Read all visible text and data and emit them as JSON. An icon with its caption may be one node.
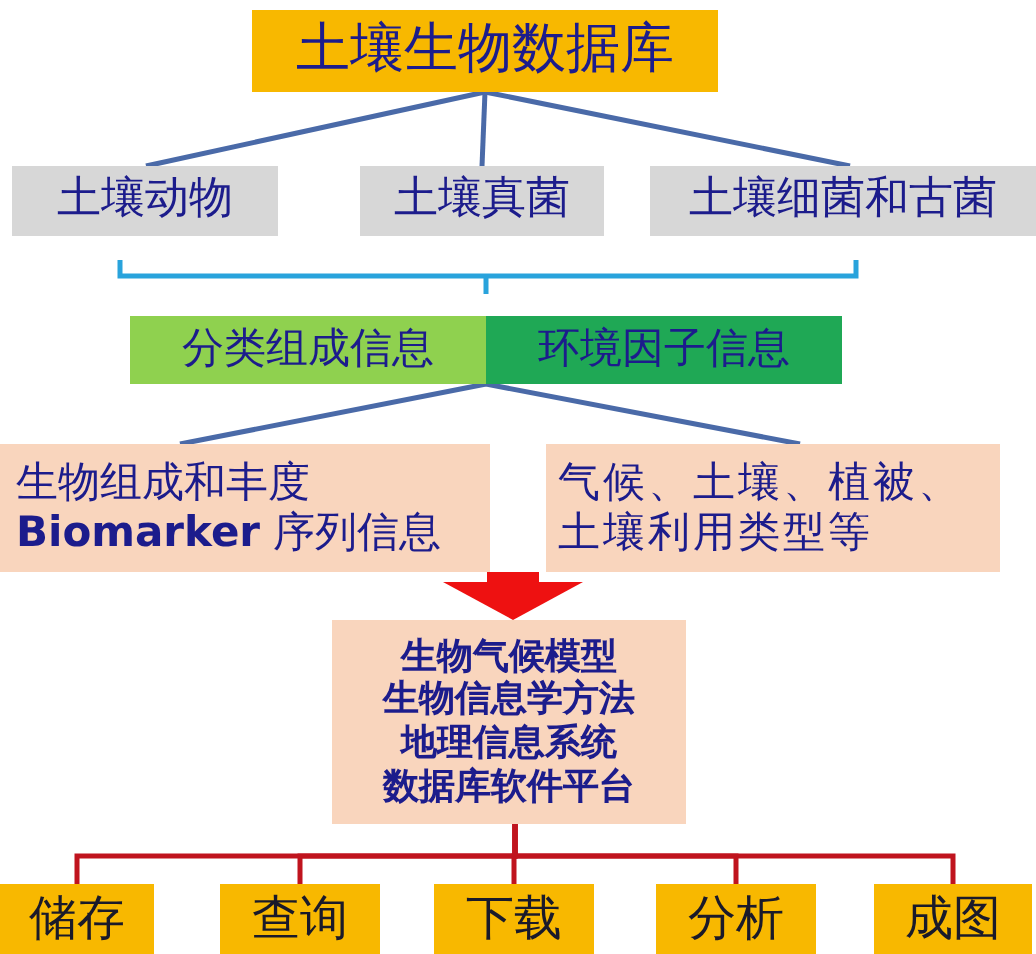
{
  "diagram": {
    "nodes": [
      {
        "text": [
          "土壤生物数据库"
        ]
      },
      {
        "text": [
          "土壤动物"
        ]
      },
      {
        "text": [
          "土壤真菌"
        ]
      },
      {
        "text": [
          "土壤细菌和古菌"
        ]
      },
      {
        "text": [
          "分类组成信息"
        ]
      },
      {
        "text": [
          "环境因子信息"
        ]
      },
      {
        "text": [
          "生物组成和丰度",
          "**Biomarker** 序列信息"
        ]
      },
      {
        "text": [
          "气候、土壤、植被、土壤利用类型等"
        ]
      },
      {
        "text": [
          "生物气候模型",
          "生物信息学方法",
          "地理信息系统",
          "数据库软件平台"
        ]
      },
      {
        "text": [
          "储存"
        ]
      },
      {
        "text": [
          "查询"
        ]
      },
      {
        "text": [
          "下载"
        ]
      },
      {
        "text": [
          "分析"
        ]
      },
      {
        "text": [
          "成图"
        ]
      }
    ],
    "edges": [
      {
        "from": 0,
        "to": 1,
        "arrow": "none",
        "color": "#4a6aa8"
      },
      {
        "from": 0,
        "to": 2,
        "arrow": "none",
        "color": "#4a6aa8"
      },
      {
        "from": 0,
        "to": 3,
        "arrow": "none",
        "color": "#4a6aa8"
      },
      {
        "from": 4,
        "to": 6,
        "arrow": "none",
        "color": "#4a6aa8"
      },
      {
        "from": 5,
        "to": 7,
        "arrow": "none",
        "color": "#4a6aa8"
      },
      {
        "from": 6,
        "to": 8,
        "arrow": "to",
        "style": "thick",
        "color": "#ee1111"
      },
      {
        "from": 8,
        "to": 9,
        "arrow": "none",
        "color": "#c0141e"
      },
      {
        "from": 8,
        "to": 10,
        "arrow": "none",
        "color": "#c0141e"
      },
      {
        "from": 8,
        "to": 11,
        "arrow": "none",
        "color": "#c0141e"
      },
      {
        "from": 8,
        "to": 12,
        "arrow": "none",
        "color": "#c0141e"
      },
      {
        "from": 8,
        "to": 13,
        "arrow": "none",
        "color": "#c0141e"
      }
    ]
  }
}
